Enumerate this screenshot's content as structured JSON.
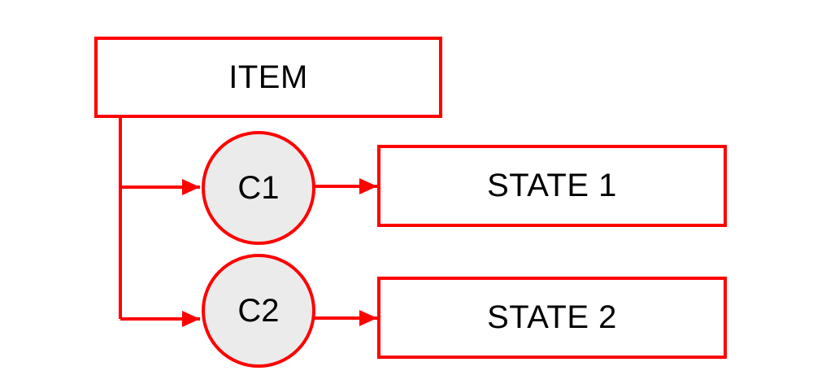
{
  "colors": {
    "stroke": "#ff0000",
    "node_fill": "#ebebeb",
    "box_fill": "#ffffff",
    "text": "#000000"
  },
  "diagram": {
    "item": {
      "label": "ITEM"
    },
    "conditions": [
      {
        "label": "C1"
      },
      {
        "label": "C2"
      }
    ],
    "states": [
      {
        "label": "STATE 1"
      },
      {
        "label": "STATE 2"
      }
    ]
  }
}
